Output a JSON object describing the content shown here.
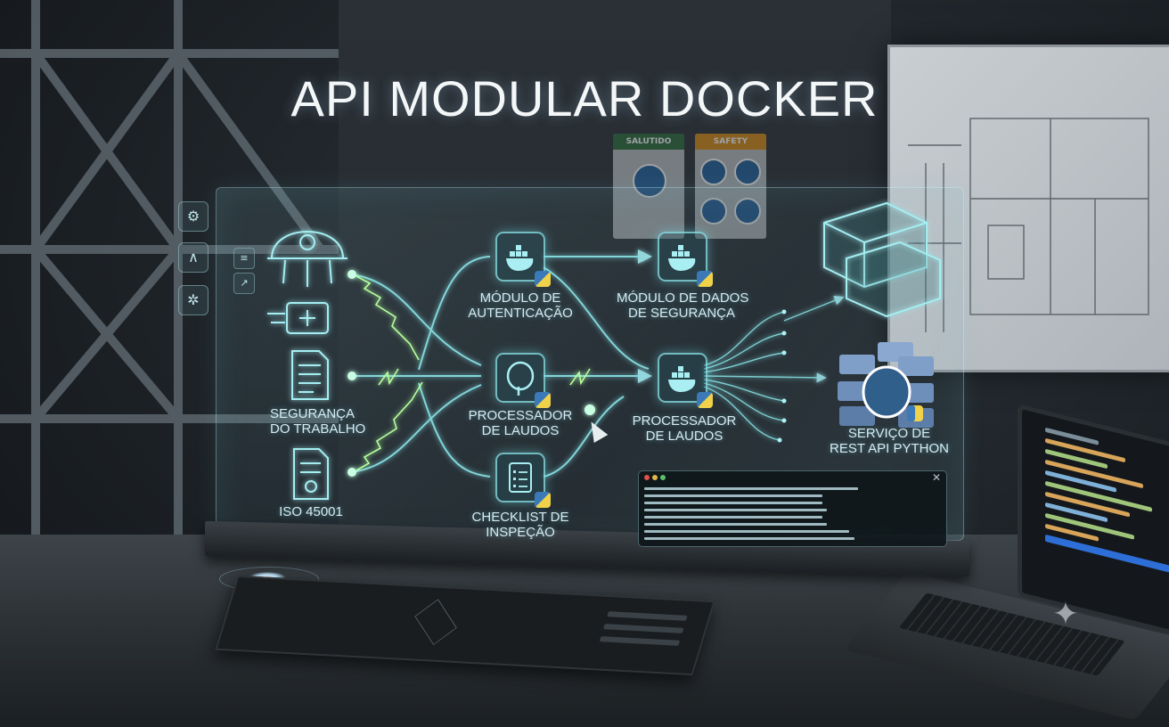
{
  "title": "API MODULAR DOCKER",
  "colors": {
    "accent": "#8be8ec",
    "lightning": "#b6ff9e",
    "python_blue": "#3b79b8",
    "python_yellow": "#f0d24a"
  },
  "left_labels": {
    "seguranca": [
      "SEGURANÇA",
      "DO TRABALHO"
    ],
    "iso": "ISO 45001"
  },
  "modules": {
    "auth": [
      "MÓDULO DE",
      "AUTENTICAÇÃO"
    ],
    "dados": [
      "MÓDULO DE DADOS",
      "DE SEGURANÇA"
    ],
    "proc_center": [
      "PROCESSADOR",
      "DE LAUDOS"
    ],
    "proc_right": [
      "PROCESSADOR",
      "DE LAUDOS"
    ],
    "checklist": [
      "CHECKLIST DE",
      "INSPEÇÃO"
    ],
    "rest": [
      "SERVIÇO DE",
      "REST API PYTHON"
    ]
  },
  "signs": [
    "SALUTIDO",
    "SAFETY"
  ],
  "icons": {
    "left_column": [
      "safety-helmet-icon",
      "first-aid-kit-icon",
      "document-icon",
      "certificate-document-icon"
    ],
    "side_buttons": [
      "gears-icon",
      "compass-icon",
      "settings-icon"
    ],
    "mini_buttons": [
      "code-icon",
      "chart-icon"
    ],
    "modules": [
      "docker-whale-icon",
      "postgres-elephant-icon",
      "clipboard-checklist-icon",
      "server-rack-icon",
      "database-icon"
    ]
  }
}
